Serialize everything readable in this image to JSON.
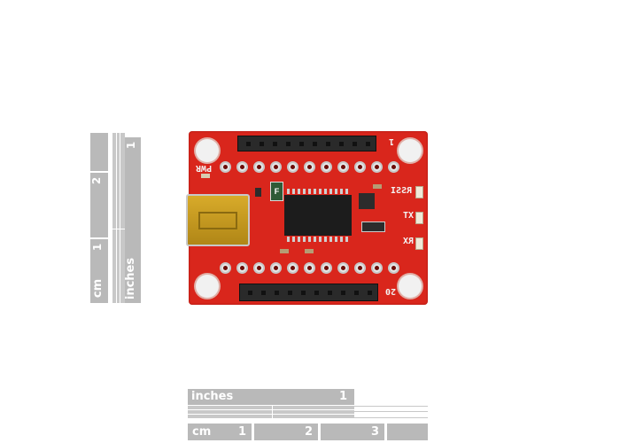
{
  "image": {
    "description": "Product photo of a red breakout circuit board with a mini-USB connector and two 10-pin female headers, shown with measurement rulers",
    "background_color": "#ffffff"
  },
  "vertical_ruler": {
    "cm_label": "cm",
    "cm_ticks": [
      "1",
      "2"
    ],
    "inches_label": "inches",
    "inches_ticks": [
      "1"
    ]
  },
  "horizontal_ruler": {
    "inches_label": "inches",
    "inches_ticks": [
      "1"
    ],
    "cm_label": "cm",
    "cm_ticks": [
      "1",
      "2",
      "3"
    ]
  },
  "board": {
    "color": "#d9261c",
    "silkscreen": {
      "pwr": "PWR",
      "rssi": "RSSI",
      "tx": "TX",
      "rx": "RX",
      "pin_top": "1",
      "pin_bottom": "20",
      "fuse": "F"
    },
    "header_pin_count": 10
  }
}
